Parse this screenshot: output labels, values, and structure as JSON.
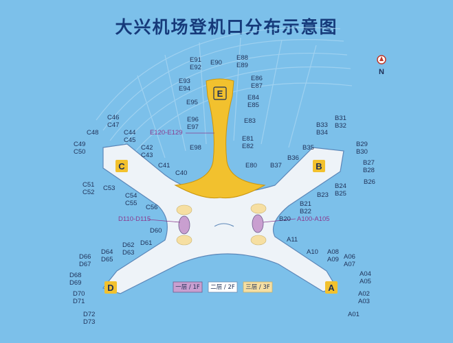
{
  "title": "大兴机场登机口分布示意图",
  "compass": {
    "label": "N"
  },
  "piers": {
    "A": {
      "label": "A",
      "gates": [
        "A01",
        "A02",
        "A03",
        "A04",
        "A05",
        "A06",
        "A07",
        "A08",
        "A09",
        "A10",
        "A11"
      ]
    },
    "B": {
      "label": "B",
      "gates": [
        "B20",
        "B21",
        "B22",
        "B23",
        "B24",
        "B25",
        "B26",
        "B27",
        "B28",
        "B29",
        "B30",
        "B31",
        "B32",
        "B33",
        "B34",
        "B35",
        "B36",
        "B37"
      ]
    },
    "C": {
      "label": "C",
      "gates": [
        "C40",
        "C41",
        "C42",
        "C43",
        "C44",
        "C45",
        "C46",
        "C47",
        "C48",
        "C49",
        "C50",
        "C51",
        "C52",
        "C53",
        "C54",
        "C55",
        "C56"
      ]
    },
    "D": {
      "label": "D",
      "gates": [
        "D60",
        "D61",
        "D62",
        "D63",
        "D64",
        "D65",
        "D66",
        "D67",
        "D68",
        "D69",
        "D70",
        "D71",
        "D72",
        "D73"
      ]
    },
    "E": {
      "label": "E",
      "gates": [
        "E80",
        "E81",
        "E82",
        "E83",
        "E84",
        "E85",
        "E86",
        "E87",
        "E88",
        "E89",
        "E90",
        "E91",
        "E92",
        "E93",
        "E94",
        "E95",
        "E96",
        "E97",
        "E98"
      ]
    }
  },
  "gate_ranges": {
    "e_upper": "E120-E129",
    "d_left": "D110-D115",
    "a_right": "A100-A105"
  },
  "legend": {
    "f1": "一层 / 1F",
    "f2": "二层 / 2F",
    "f3": "三层 / 3F"
  },
  "colors": {
    "background": "#7cc0ea",
    "terminal": "#eef3f8",
    "pier_e": "#f2c12e",
    "badge": "#f2c12e",
    "floor_1f": "#c99fd0",
    "floor_2f": "#ffffff",
    "floor_3f": "#f6dfa2",
    "gate_range_text": "#8a3a8f"
  }
}
